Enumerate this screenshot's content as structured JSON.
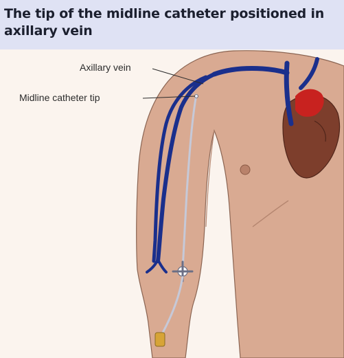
{
  "title": "The tip of the midline catheter positioned in axillary vein",
  "labels": {
    "axillary_vein": "Axillary vein",
    "catheter_tip": "Midline catheter tip"
  },
  "colors": {
    "header_bg": "#dfe2f4",
    "skin": "#d9aa92",
    "vein": "#1a2f8c",
    "heart_red": "#c8221f",
    "heart_brown": "#7d3e2c",
    "catheter": "#c6c9d8"
  }
}
